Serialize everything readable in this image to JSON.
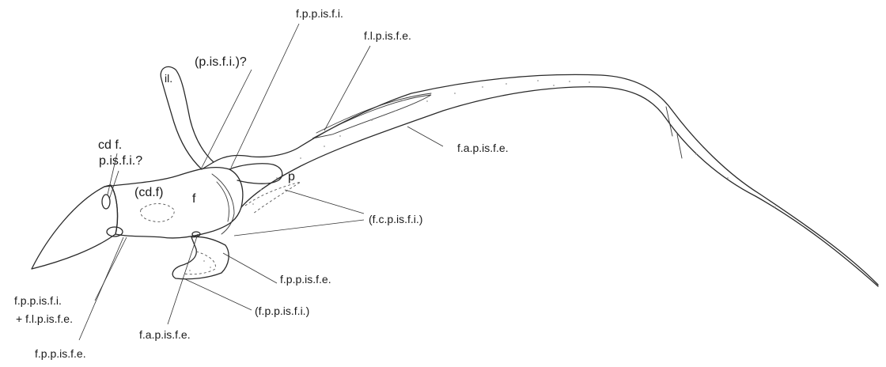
{
  "labels": {
    "il": "il.",
    "cd_f": "cd f.",
    "p_is_f_i_q": "p.is.f.i.?",
    "cd_f_paren": "(cd.f)",
    "f": "f",
    "p": "p",
    "f_p_p_is_f_i_top": "f.p.p.is.f.i.",
    "p_is_f_i_paren_q": "(p.is.f.i.)?",
    "f_l_p_is_f_e": "f.l.p.is.f.e.",
    "f_a_p_is_f_e_right": "f.a.p.is.f.e.",
    "f_c_p_is_f_i_paren": "(f.c.p.is.f.i.)",
    "f_p_p_is_f_e_mid": "f.p.p.is.f.e.",
    "f_p_p_is_f_i_paren_low": "(f.p.p.is.f.i.)",
    "f_p_p_is_f_i_left": "f.p.p.is.f.i.",
    "plus_f_l_p_is_f_e": "+ f.l.p.is.f.e.",
    "f_a_p_is_f_e_low": "f.a.p.is.f.e.",
    "f_p_p_is_f_e_bottom": "f.p.p.is.f.e."
  }
}
